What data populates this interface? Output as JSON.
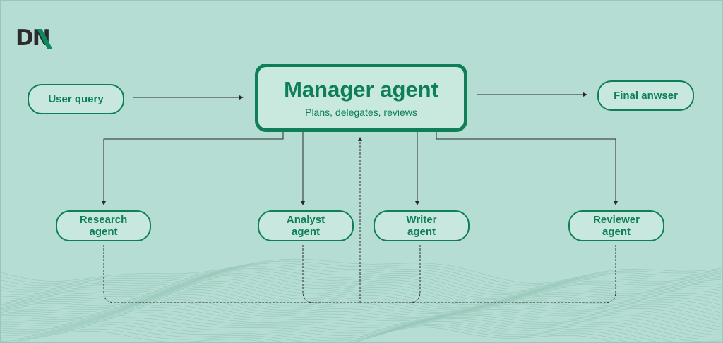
{
  "logo": {
    "text": "DN"
  },
  "nodes": {
    "user_query": "User query",
    "manager": {
      "title": "Manager agent",
      "subtitle": "Plans, delegates, reviews"
    },
    "final_answer": "Final anwser",
    "research": [
      "Research",
      "agent"
    ],
    "analyst": [
      "Analyst",
      "agent"
    ],
    "writer": [
      "Writer",
      "agent"
    ],
    "reviewer": [
      "Reviewer",
      "agent"
    ]
  },
  "colors": {
    "background": "#b5ddd3",
    "accent": "#0e7f56",
    "node_fill": "#c8e8df",
    "line": "#2a2a2a"
  }
}
